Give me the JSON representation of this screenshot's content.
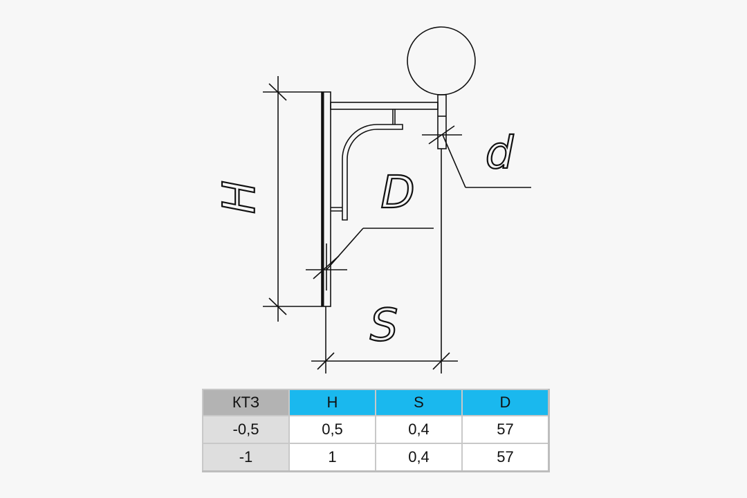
{
  "drawing": {
    "labels": {
      "height": "H",
      "span": "S",
      "pipe_diameter": "D",
      "riser_diameter": "d"
    }
  },
  "table": {
    "headers": [
      "КТЗ",
      "H",
      "S",
      "D"
    ],
    "rows": [
      [
        "-0,5",
        "0,5",
        "0,4",
        "57"
      ],
      [
        "-1",
        "1",
        "0,4",
        "57"
      ]
    ],
    "colors": {
      "header_accent": "#1ab8ee",
      "header_first": "#b3b3b3",
      "first_col": "#dedede"
    }
  }
}
